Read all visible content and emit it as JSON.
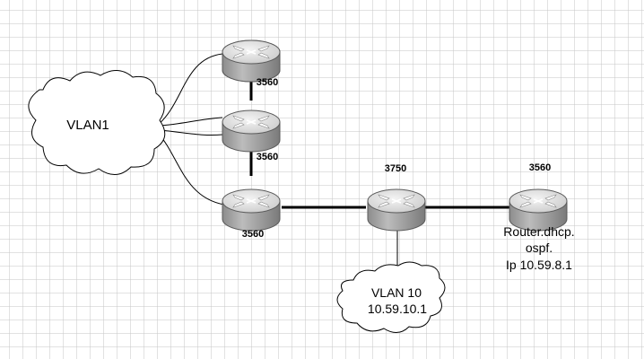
{
  "diagram": {
    "background_color": "#ffffff",
    "grid_color": "#c6c6c6",
    "devices": [
      {
        "id": "r1",
        "label": "",
        "icon": "router-icon"
      },
      {
        "id": "r2",
        "label": "3560",
        "icon": "router-icon"
      },
      {
        "id": "r3",
        "label": "3560",
        "icon": "router-icon"
      },
      {
        "id": "r4",
        "label": "3560",
        "icon": "router-icon"
      },
      {
        "id": "r5",
        "label": "3750",
        "icon": "router-icon"
      },
      {
        "id": "r6",
        "label": "3560",
        "icon": "router-icon"
      }
    ],
    "clouds": [
      {
        "id": "vlan1",
        "lines": [
          "VLAN1"
        ]
      },
      {
        "id": "vlan10",
        "lines": [
          "VLAN 10",
          "10.59.10.1"
        ]
      }
    ],
    "note": {
      "lines": [
        "Router.dhcp.",
        "ospf.",
        "Ip 10.59.8.1"
      ]
    },
    "colors": {
      "router_top": "#e4e4e4",
      "router_body": "#a9a9a9",
      "router_edge": "#5a5a5a",
      "arrow": "#ffffff",
      "link": "#000000"
    }
  }
}
